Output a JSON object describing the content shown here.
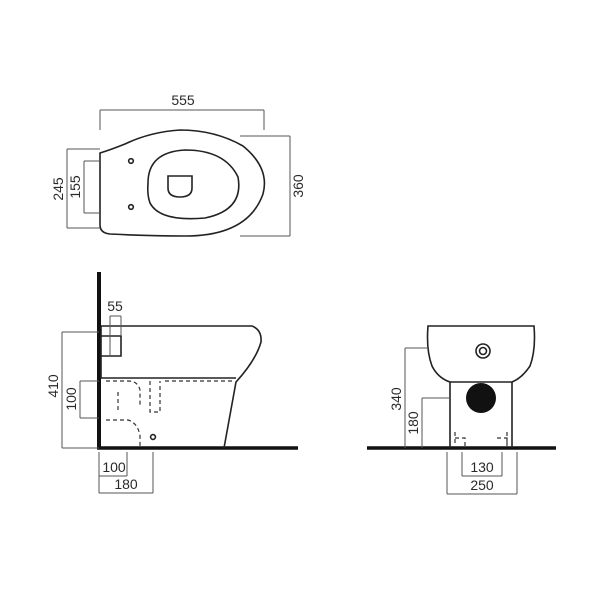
{
  "top_view": {
    "width_label": "555",
    "depth_label": "360",
    "hole_outer_label": "245",
    "hole_inner_label": "155"
  },
  "side_view": {
    "pipe_label": "55",
    "height_label": "410",
    "drain_height_label": "100",
    "drain_offset_label": "100",
    "drain_distance_label": "180"
  },
  "front_view": {
    "height_label": "340",
    "inlet_height_label": "180",
    "fixing_inner_label": "130",
    "fixing_outer_label": "250"
  },
  "colors": {
    "line": "#222222",
    "dimension": "#555555",
    "background": "#ffffff"
  }
}
